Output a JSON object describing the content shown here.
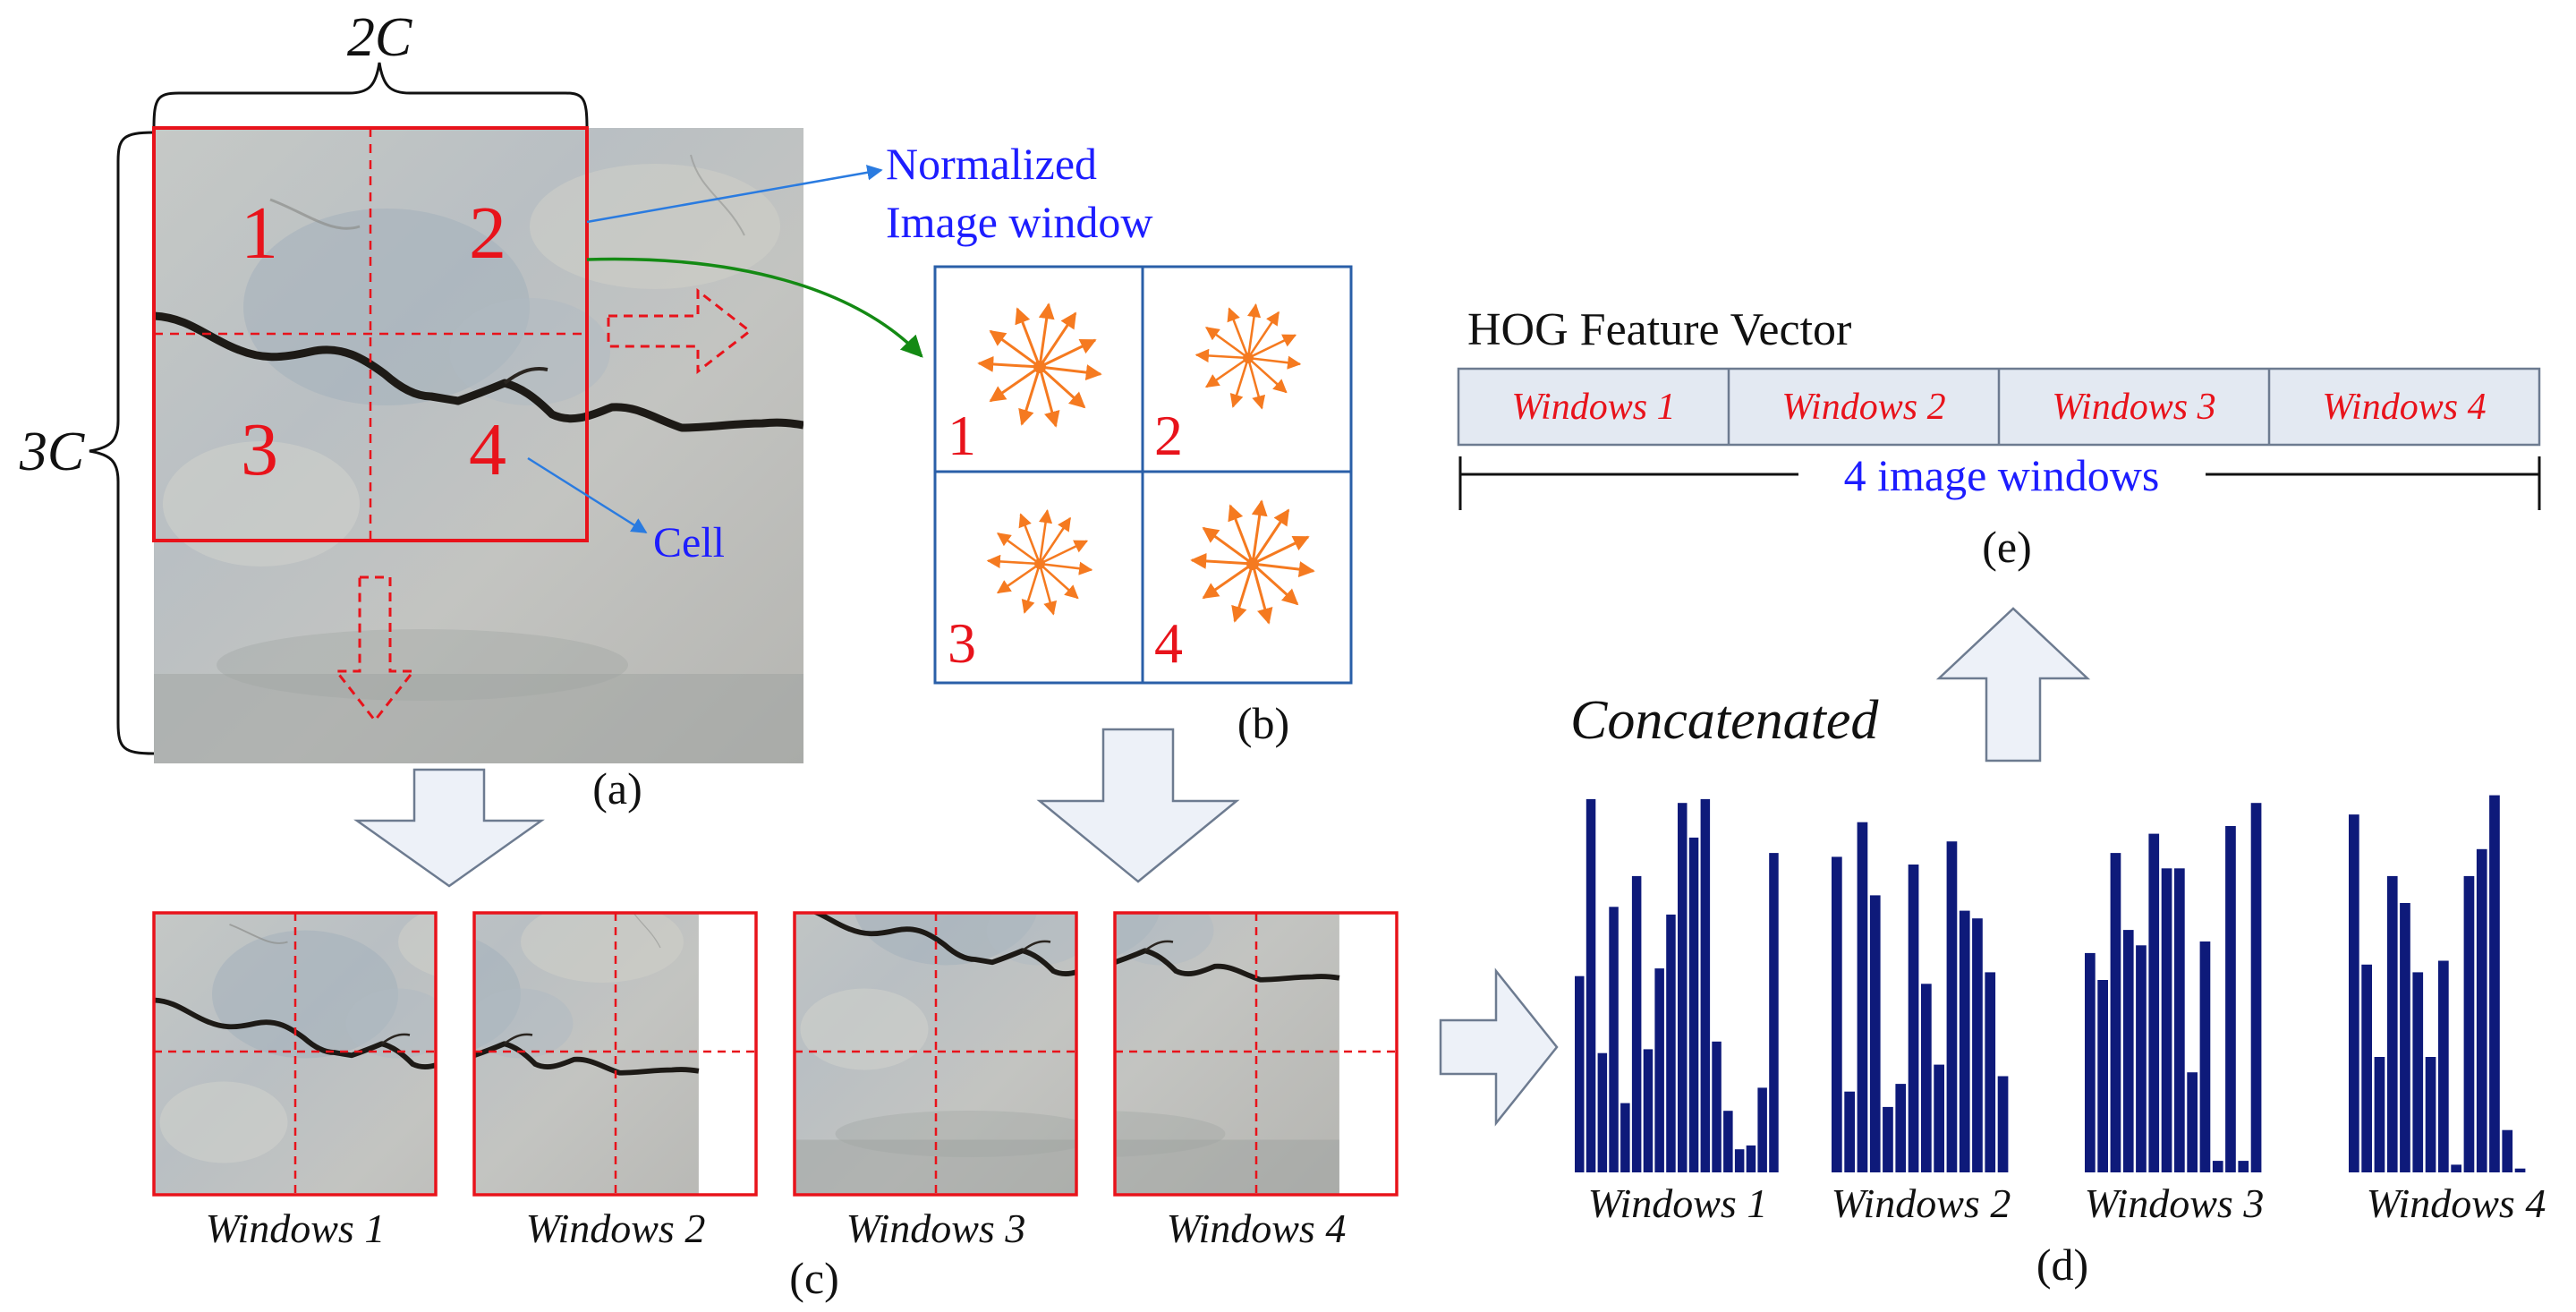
{
  "panel_a": {
    "label": "(a)",
    "dim_width": "2C",
    "dim_height": "3C",
    "cells": [
      "1",
      "2",
      "3",
      "4"
    ],
    "callout_normalized_line1": "Normalized",
    "callout_normalized_line2": "Image window",
    "callout_cell": "Cell"
  },
  "panel_b": {
    "label": "(b)",
    "cells": [
      "1",
      "2",
      "3",
      "4"
    ]
  },
  "panel_c": {
    "label": "(c)",
    "windows": [
      "Windows 1",
      "Windows 2",
      "Windows 3",
      "Windows 4"
    ]
  },
  "panel_d": {
    "label": "(d)",
    "windows": [
      "Windows 1",
      "Windows 2",
      "Windows 3",
      "Windows 4"
    ]
  },
  "panel_e": {
    "label": "(e)",
    "title": "HOG Feature Vector",
    "segments": [
      "Windows 1",
      "Windows 2",
      "Windows 3",
      "Windows 4"
    ],
    "span_label": "4 image windows"
  },
  "concatenated_label": "Concatenated",
  "colors": {
    "red": "#e8131b",
    "blue_text": "#1d1dff",
    "arrow_blue": "#2a7be0",
    "green_arrow": "#148a14",
    "orange": "#f57a20",
    "navy_bars": "#0e1a7a",
    "block_arrow_fill": "#edf1f8",
    "block_arrow_stroke": "#6d7b90",
    "vector_fill": "#e3e9f2"
  },
  "chart_data": {
    "type": "bar",
    "series": [
      {
        "name": "Windows 1",
        "values": [
          0.51,
          0.97,
          0.31,
          0.69,
          0.18,
          0.77,
          0.32,
          0.53,
          0.67,
          0.96,
          0.87,
          0.97,
          0.34,
          0.16,
          0.06,
          0.07,
          0.22,
          0.83
        ]
      },
      {
        "name": "Windows 2",
        "values": [
          0.82,
          0.21,
          0.91,
          0.72,
          0.17,
          0.23,
          0.8,
          0.49,
          0.28,
          0.86,
          0.68,
          0.66,
          0.52,
          0.25
        ]
      },
      {
        "name": "Windows 3",
        "values": [
          0.57,
          0.5,
          0.83,
          0.63,
          0.59,
          0.88,
          0.79,
          0.79,
          0.26,
          0.6,
          0.03,
          0.9,
          0.03,
          0.96
        ]
      },
      {
        "name": "Windows 4",
        "values": [
          0.93,
          0.54,
          0.3,
          0.77,
          0.7,
          0.52,
          0.3,
          0.55,
          0.02,
          0.77,
          0.84,
          0.98,
          0.11,
          0.01
        ]
      }
    ]
  }
}
